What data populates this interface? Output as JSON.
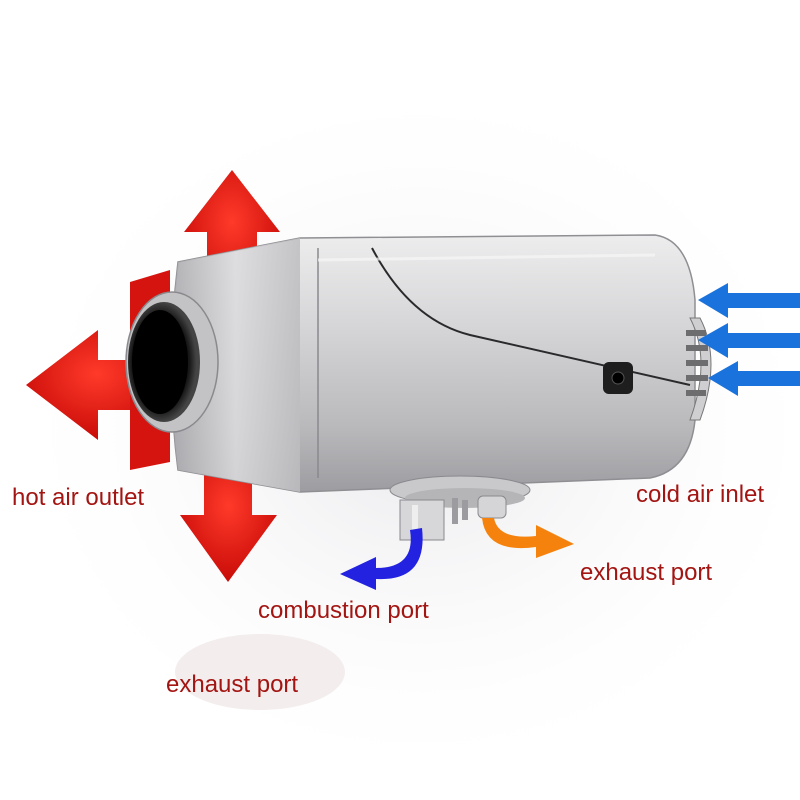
{
  "labels": {
    "hot_air_outlet": "hot air outlet",
    "cold_air_inlet": "cold air inlet",
    "exhaust_port_right": "exhaust port",
    "combustion_port": "combustion port",
    "exhaust_port_bottom": "exhaust port"
  },
  "colors": {
    "label_text": "#a31512",
    "hot_air_arrows": "#e8120f",
    "cold_air_arrows": "#1a73dd",
    "combustion_arrow": "#2222e0",
    "exhaust_arrow": "#f5820d",
    "heater_body": "#c8c8ca"
  },
  "icons": {
    "hot_air": "red-outward-arrows",
    "cold_air": "blue-inward-arrows",
    "combustion": "blue-curved-arrow",
    "exhaust": "orange-curved-arrow"
  }
}
